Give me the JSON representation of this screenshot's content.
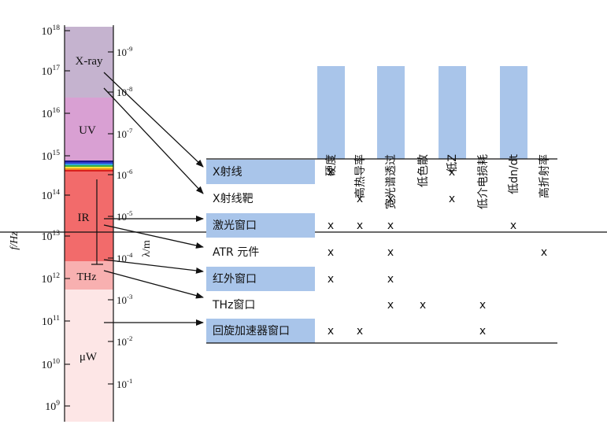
{
  "spectrum": {
    "freq_axis_label": "f/Hz",
    "wavelength_axis_label": "λ/m",
    "freq_ticks": [
      {
        "base": "10",
        "exp": "18"
      },
      {
        "base": "10",
        "exp": "17"
      },
      {
        "base": "10",
        "exp": "16"
      },
      {
        "base": "10",
        "exp": "15"
      },
      {
        "base": "10",
        "exp": "14"
      },
      {
        "base": "10",
        "exp": "13"
      },
      {
        "base": "10",
        "exp": "12"
      },
      {
        "base": "10",
        "exp": "11"
      },
      {
        "base": "10",
        "exp": "10"
      },
      {
        "base": "10",
        "exp": "9"
      }
    ],
    "wavelength_ticks": [
      {
        "base": "10",
        "exp": "-9"
      },
      {
        "base": "10",
        "exp": "-8"
      },
      {
        "base": "10",
        "exp": "-7"
      },
      {
        "base": "10",
        "exp": "-6"
      },
      {
        "base": "10",
        "exp": "-5"
      },
      {
        "base": "10",
        "exp": "-4"
      },
      {
        "base": "10",
        "exp": "-3"
      },
      {
        "base": "10",
        "exp": "-2"
      },
      {
        "base": "10",
        "exp": "-1"
      }
    ],
    "bands": [
      {
        "label": "X-ray",
        "color": "#c5b3cf"
      },
      {
        "label": "UV",
        "color": "#d9a0d3"
      },
      {
        "label": "IR",
        "color": "#f26b6b"
      },
      {
        "label": "THz",
        "color": "#f8b0b0"
      },
      {
        "label": "μW",
        "color": "#fde6e6"
      }
    ]
  },
  "table": {
    "properties": [
      {
        "label": "硬度",
        "highlight": true
      },
      {
        "label": "高热导率",
        "highlight": false
      },
      {
        "label": "宽光谱透过",
        "highlight": true
      },
      {
        "label": "低色散",
        "highlight": false
      },
      {
        "label": "低Z",
        "highlight": true
      },
      {
        "label": "低介电损耗",
        "highlight": false
      },
      {
        "label": "低dn/dt",
        "highlight": true
      },
      {
        "label": "高折射率",
        "highlight": false
      }
    ],
    "rows": [
      {
        "label": "X射线",
        "highlight": true,
        "marks": [
          "x",
          "",
          "",
          "",
          "x",
          "",
          "",
          ""
        ]
      },
      {
        "label": "X射线靶",
        "highlight": false,
        "marks": [
          "",
          "x",
          "x",
          "",
          "x",
          "",
          "",
          ""
        ]
      },
      {
        "label": "激光窗口",
        "highlight": true,
        "marks": [
          "x",
          "x",
          "x",
          "",
          "",
          "",
          "x",
          ""
        ]
      },
      {
        "label": "ATR 元件",
        "highlight": false,
        "marks": [
          "x",
          "",
          "x",
          "",
          "",
          "",
          "",
          "x"
        ]
      },
      {
        "label": "红外窗口",
        "highlight": true,
        "marks": [
          "x",
          "",
          "x",
          "",
          "",
          "",
          "",
          ""
        ]
      },
      {
        "label": "THz窗口",
        "highlight": false,
        "marks": [
          "",
          "",
          "x",
          "x",
          "",
          "x",
          "",
          ""
        ]
      },
      {
        "label": "回旋加速器窗口",
        "highlight": true,
        "marks": [
          "x",
          "x",
          "",
          "",
          "",
          "x",
          "",
          ""
        ]
      }
    ]
  },
  "colors": {
    "highlight": "#a9c5ea",
    "rainbow": [
      "#1a1a8c",
      "#2f3fd0",
      "#2fa0e0",
      "#3cb043",
      "#f2e33a",
      "#f08a1c",
      "#d8201e"
    ]
  }
}
